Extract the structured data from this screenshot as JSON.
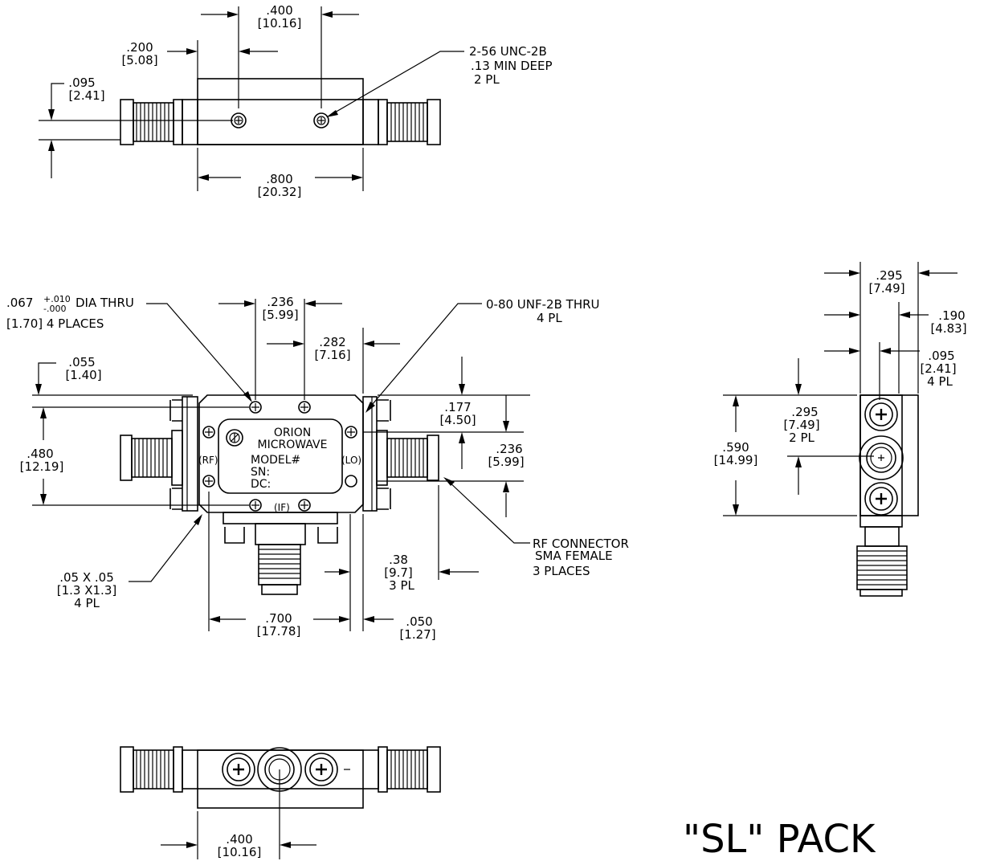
{
  "top_view": {
    "dim_400": [
      ".400",
      "[10.16]"
    ],
    "dim_200": [
      ".200",
      "[5.08]"
    ],
    "dim_095": [
      ".095",
      "[2.41]"
    ],
    "dim_800": [
      ".800",
      "[20.32]"
    ],
    "note_tap": [
      "2-56 UNC-2B",
      ".13 MIN DEEP",
      "2 PL"
    ]
  },
  "front_view": {
    "note_hole": {
      "base": ".067",
      "tol_plus": "+.010",
      "tol_minus": "-.000",
      "suffix": "DIA THRU",
      "line2": "[1.70] 4 PLACES"
    },
    "dim_236_top": [
      ".236",
      "[5.99]"
    ],
    "dim_282": [
      ".282",
      "[7.16]"
    ],
    "note_unf": [
      "0-80 UNF-2B THRU",
      "4 PL"
    ],
    "dim_055": [
      ".055",
      "[1.40]"
    ],
    "dim_480": [
      ".480",
      "[12.19]"
    ],
    "dim_177": [
      ".177",
      "[4.50]"
    ],
    "dim_236_side": [
      ".236",
      "[5.99]"
    ],
    "label_plate": [
      "ORION",
      "MICROWAVE",
      "MODEL#",
      "SN:",
      "DC:"
    ],
    "port_rf": "(RF)",
    "port_lo": "(LO)",
    "port_if": "(IF)",
    "note_chamfer": [
      ".05  X  .05",
      "[1.3  X1.3]",
      "4  PL"
    ],
    "dim_38": [
      ".38",
      "[9.7]",
      "3  PL"
    ],
    "note_connector": [
      "RF CONNECTOR",
      "SMA FEMALE",
      "3 PLACES"
    ],
    "dim_700": [
      ".700",
      "[17.78]"
    ],
    "dim_050": [
      ".050",
      "[1.27]"
    ]
  },
  "side_view": {
    "dim_295_top": [
      ".295",
      "[7.49]"
    ],
    "dim_190": [
      ".190",
      "[4.83]"
    ],
    "dim_095": [
      ".095",
      "[2.41]",
      "4  PL"
    ],
    "dim_590": [
      ".590",
      "[14.99]"
    ],
    "dim_295_mid": [
      ".295",
      "[7.49]",
      "2  PL"
    ]
  },
  "bottom_view": {
    "dim_400": [
      ".400",
      "[10.16]"
    ]
  },
  "package_label": "\"SL\" PACK"
}
